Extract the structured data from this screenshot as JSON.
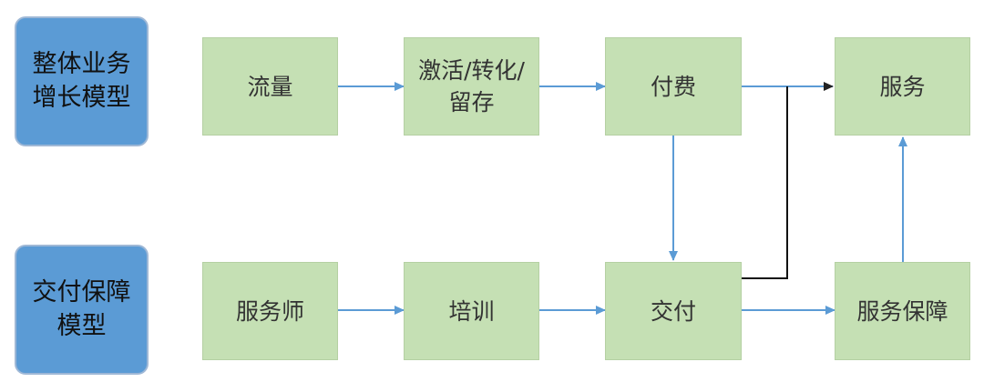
{
  "models": {
    "growth": "整体业务增长模型",
    "delivery": "交付保障模型"
  },
  "nodes": {
    "traffic": "流量",
    "activation": "激活/转化/留存",
    "payment": "付费",
    "service": "服务",
    "servicer": "服务师",
    "training": "培训",
    "delivery": "交付",
    "service_guarantee": "服务保障"
  },
  "colors": {
    "model_fill": "#5b9bd5",
    "node_fill": "#c5e0b4",
    "arrow": "#5b9bd5",
    "connector": "#000000"
  }
}
